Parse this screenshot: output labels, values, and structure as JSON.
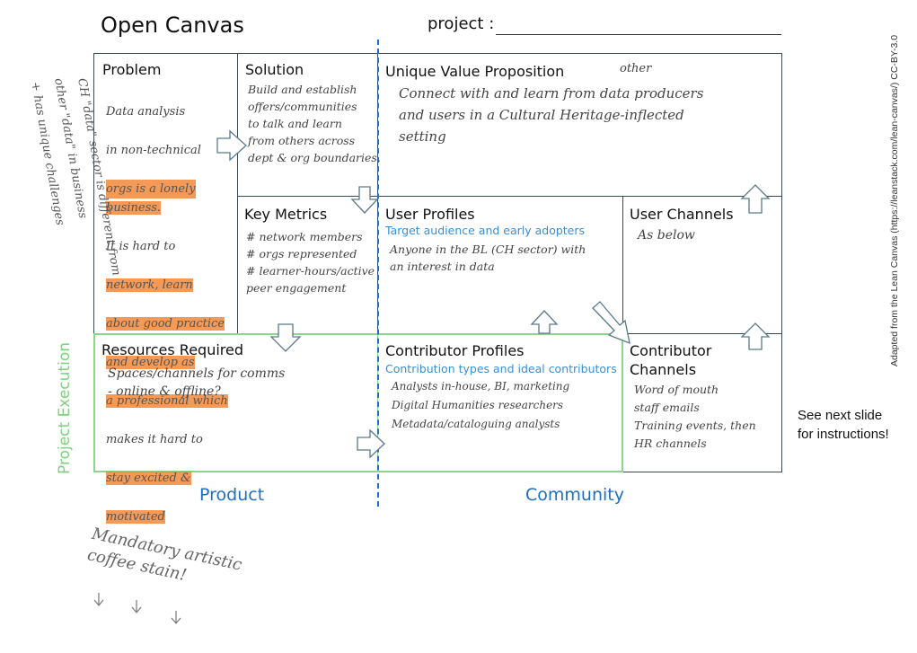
{
  "header": {
    "title": "Open Canvas",
    "project_label": "project :"
  },
  "cells": {
    "problem": {
      "title": "Problem"
    },
    "solution": {
      "title": "Solution"
    },
    "uvp": {
      "title": "Unique Value Proposition"
    },
    "key_metrics": {
      "title": "Key Metrics"
    },
    "user_profiles": {
      "title": "User Profiles",
      "subtitle": "Target audience and early adopters"
    },
    "user_channels": {
      "title": "User Channels"
    },
    "resources": {
      "title": "Resources Required"
    },
    "contributor_profiles": {
      "title": "Contributor Profiles",
      "subtitle": "Contribution types and ideal contributors"
    },
    "contributor_channels": {
      "title": "Contributor Channels"
    }
  },
  "handwriting": {
    "problem_lines": [
      "Data analysis",
      "in non-technical",
      "orgs is a lonely",
      "business.",
      "It is hard to",
      "network, learn",
      "about good practice",
      "and develop as",
      "a professional which",
      "makes it hard to",
      "stay excited &",
      "motivated"
    ],
    "solution": "Build and establish\noffers/communities\nto talk and learn\nfrom others across\ndept & org boundaries,",
    "uvp_other": "other",
    "uvp": "Connect with and learn from data producers\nand users in a Cultural Heritage-inflected\nsetting",
    "key_metrics": "# network members\n# orgs represented\n# learner-hours/active\npeer engagement",
    "user_profiles": "Anyone in the BL (CH sector) with\nan interest in data",
    "user_channels": "As below",
    "resources": "Spaces/channels for comms\n- online & offline?",
    "contributor_profiles": "Analysts in-house, BI, marketing\nDigital Humanities researchers\nMetadata/cataloguing analysts",
    "contributor_channels": "Word of mouth\nstaff emails\nTraining events, then\nHR channels",
    "margin_note": [
      "CH \"data\" sector is different from",
      "other \"data\" in business",
      "+ has unique challenges"
    ],
    "stain_note": "Mandatory artistic\ncoffee stain!"
  },
  "footer": {
    "product": "Product",
    "community": "Community",
    "execution": "Project Execution"
  },
  "side_note": "See next slide for instructions!",
  "attribution": "Adapted from the Lean Canvas (https://leanstack.com/lean-canvas/) CC-BY-3.0",
  "colors": {
    "border": "#3a4a55",
    "blue_divider": "#1f6fc0",
    "execution_green": "#7fd07f",
    "highlight": "#f0781e"
  }
}
